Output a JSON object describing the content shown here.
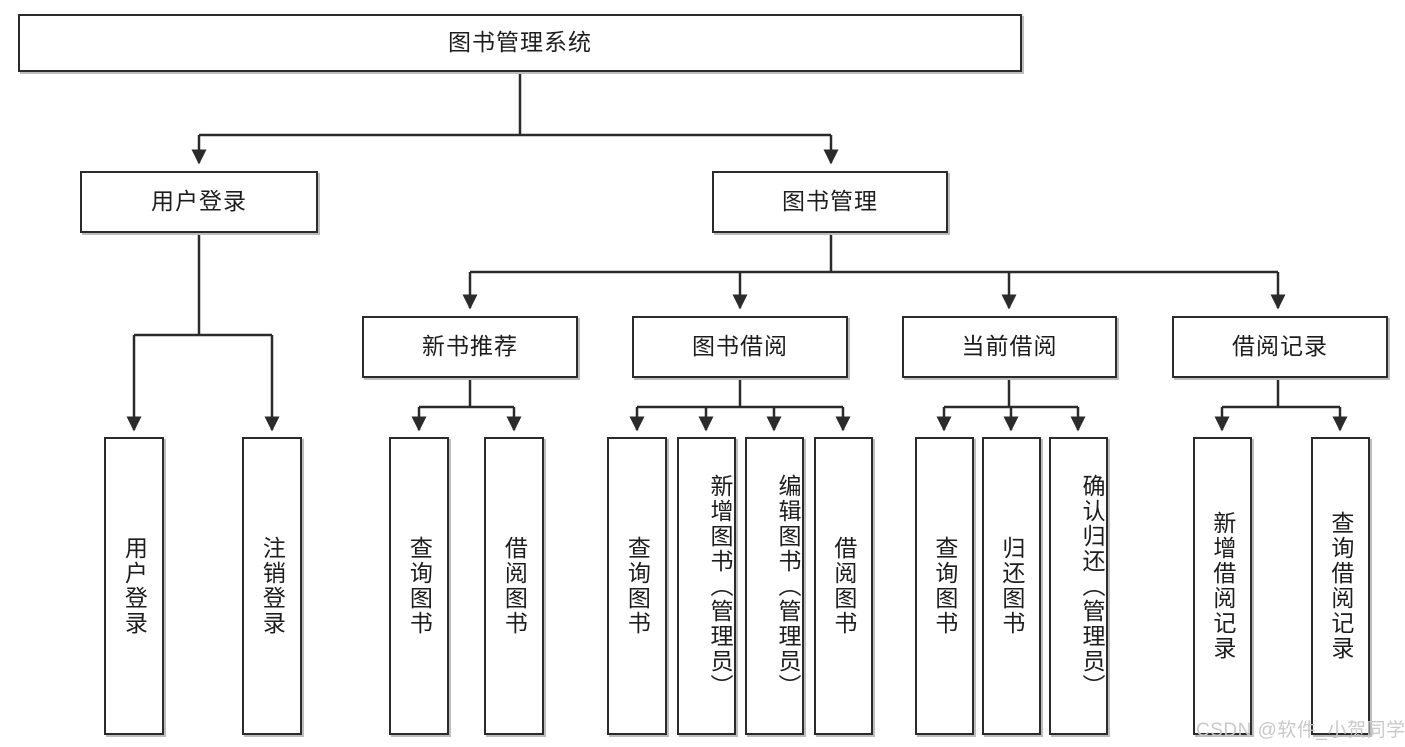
{
  "diagram": {
    "title": "图书管理系统",
    "root": {
      "label": "图书管理系统"
    },
    "level2": [
      {
        "label": "用户登录"
      },
      {
        "label": "图书管理"
      }
    ],
    "level3": [
      {
        "label": "新书推荐"
      },
      {
        "label": "图书借阅"
      },
      {
        "label": "当前借阅"
      },
      {
        "label": "借阅记录"
      }
    ],
    "leaves": {
      "user_login": [
        {
          "label": "用户登录"
        },
        {
          "label": "注销登录"
        }
      ],
      "new_book_recommend": [
        {
          "label": "查询图书"
        },
        {
          "label": "借阅图书"
        }
      ],
      "book_borrow": [
        {
          "label": "查询图书"
        },
        {
          "label": "新增图书（管理员）"
        },
        {
          "label": "编辑图书（管理员）"
        },
        {
          "label": "借阅图书"
        }
      ],
      "current_borrow": [
        {
          "label": "查询图书"
        },
        {
          "label": "归还图书"
        },
        {
          "label": "确认归还（管理员）"
        }
      ],
      "borrow_record": [
        {
          "label": "新增借阅记录"
        },
        {
          "label": "查询借阅记录"
        }
      ]
    }
  },
  "watermark": {
    "text": "CSDN @软件_小贺同学"
  },
  "colors": {
    "border": "#2b2b2b",
    "shadow": "#bdbdbd",
    "background": "#ffffff",
    "text": "#1d1d1d",
    "watermark": "#c9c9c9"
  }
}
